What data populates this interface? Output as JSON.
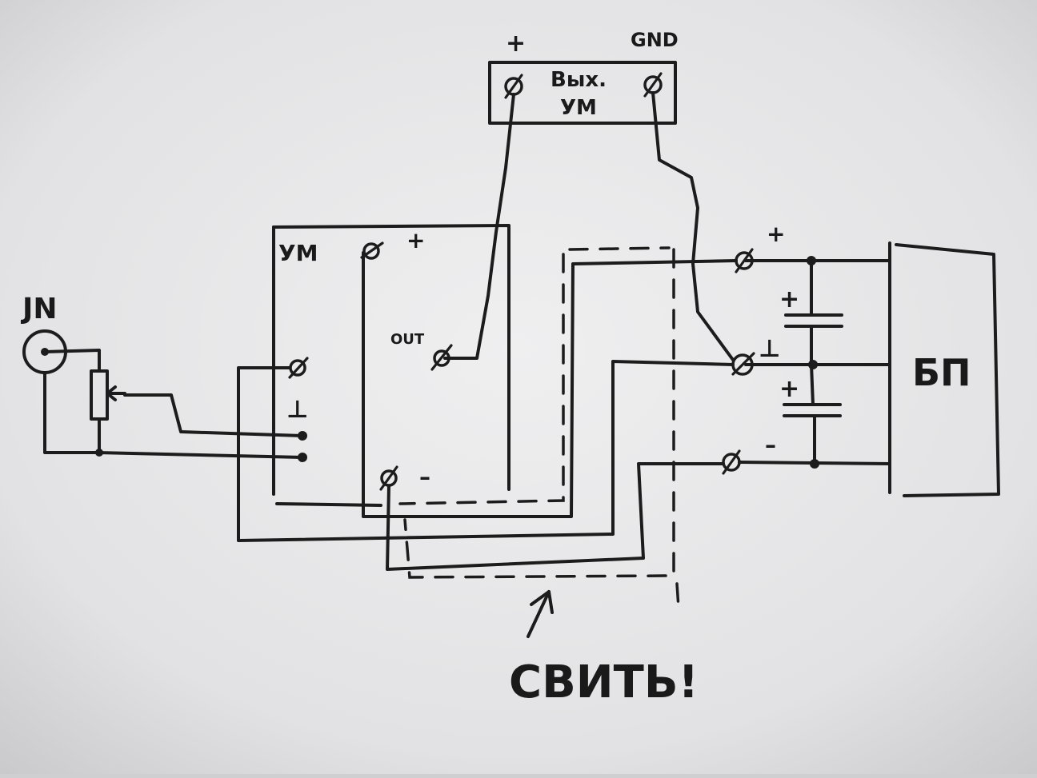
{
  "labels": {
    "in_jack": "JN",
    "amp_block": "УМ",
    "amp_plus": "+",
    "amp_ground": "⊥",
    "amp_out": "OUT",
    "amp_minus": "–",
    "output_block_line1": "Вых.",
    "output_block_line2": "УМ",
    "output_plus": "+",
    "output_gnd": "GND",
    "psu_block": "БП",
    "psu_plus": "+",
    "psu_ground": "⊥",
    "psu_minus": "–",
    "cap_top_plus": "+",
    "cap_bottom_plus": "+",
    "twist_note": "СВИТЬ!"
  },
  "colors": {
    "paper": "#e9e9ea",
    "ink": "#1c1c1c"
  }
}
